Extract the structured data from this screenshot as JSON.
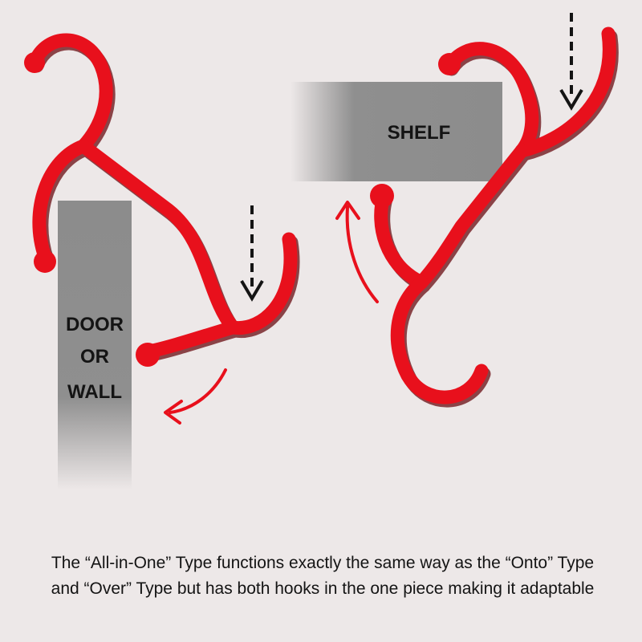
{
  "labels": {
    "door_line1": "DOOR",
    "door_line2": "OR",
    "door_line3": "WALL",
    "shelf": "SHELF"
  },
  "caption": {
    "line1": "The “All-in-One” Type functions exactly the same way as the “Onto” Type",
    "line2": "and “Over” Type but has both hooks in the one piece making it adaptable"
  },
  "colors": {
    "background": "#ede8e8",
    "hook": "#e8101c",
    "hook_shadow": "#6a0c12",
    "surface": "#8f8f8f",
    "text": "#141414"
  },
  "icons": {
    "down_arrow": "dashed-down-arrow-icon",
    "rotate_arrow": "curved-arrow-icon"
  }
}
